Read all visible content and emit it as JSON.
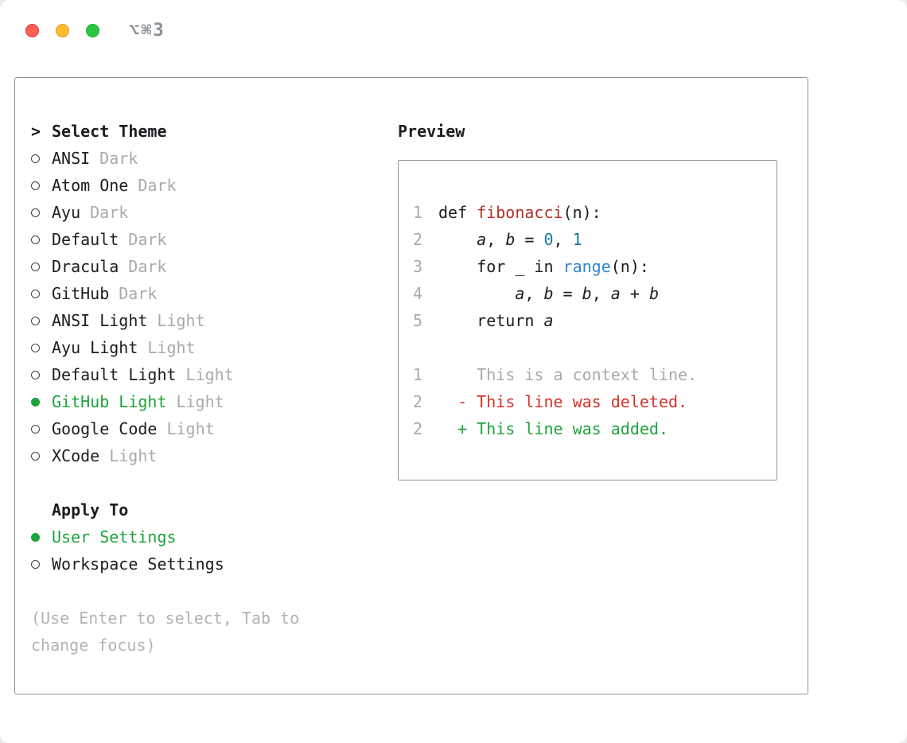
{
  "window": {
    "shortcut": "⌥⌘3"
  },
  "theme_selector": {
    "focus_marker": ">",
    "title": "Select Theme",
    "items": [
      {
        "name": "ANSI",
        "variant": "Dark",
        "selected": false
      },
      {
        "name": "Atom One",
        "variant": "Dark",
        "selected": false
      },
      {
        "name": "Ayu",
        "variant": "Dark",
        "selected": false
      },
      {
        "name": "Default",
        "variant": "Dark",
        "selected": false
      },
      {
        "name": "Dracula",
        "variant": "Dark",
        "selected": false
      },
      {
        "name": "GitHub",
        "variant": "Dark",
        "selected": false
      },
      {
        "name": "ANSI Light",
        "variant": "Light",
        "selected": false
      },
      {
        "name": "Ayu Light",
        "variant": "Light",
        "selected": false
      },
      {
        "name": "Default Light",
        "variant": "Light",
        "selected": false
      },
      {
        "name": "GitHub Light",
        "variant": "Light",
        "selected": true
      },
      {
        "name": "Google Code",
        "variant": "Light",
        "selected": false
      },
      {
        "name": "XCode",
        "variant": "Light",
        "selected": false
      }
    ],
    "apply_to": {
      "title": "Apply To",
      "options": [
        {
          "label": "User Settings",
          "selected": true
        },
        {
          "label": "Workspace Settings",
          "selected": false
        }
      ]
    },
    "hint": "(Use Enter to select, Tab to change focus)"
  },
  "preview": {
    "title": "Preview",
    "code_lines": [
      {
        "num": "1",
        "tokens": [
          {
            "t": "def ",
            "c": "plain"
          },
          {
            "t": "fibonacci",
            "c": "fn"
          },
          {
            "t": "(n):",
            "c": "plain"
          }
        ]
      },
      {
        "num": "2",
        "tokens": [
          {
            "t": "    ",
            "c": "plain"
          },
          {
            "t": "a",
            "c": "var"
          },
          {
            "t": ", ",
            "c": "plain"
          },
          {
            "t": "b",
            "c": "var"
          },
          {
            "t": " = ",
            "c": "plain"
          },
          {
            "t": "0",
            "c": "num"
          },
          {
            "t": ", ",
            "c": "plain"
          },
          {
            "t": "1",
            "c": "num"
          }
        ]
      },
      {
        "num": "3",
        "tokens": [
          {
            "t": "    for _ in ",
            "c": "plain"
          },
          {
            "t": "range",
            "c": "builtin"
          },
          {
            "t": "(n):",
            "c": "plain"
          }
        ]
      },
      {
        "num": "4",
        "tokens": [
          {
            "t": "        ",
            "c": "plain"
          },
          {
            "t": "a",
            "c": "var"
          },
          {
            "t": ", ",
            "c": "plain"
          },
          {
            "t": "b",
            "c": "var"
          },
          {
            "t": " = ",
            "c": "plain"
          },
          {
            "t": "b",
            "c": "var"
          },
          {
            "t": ", ",
            "c": "plain"
          },
          {
            "t": "a",
            "c": "var"
          },
          {
            "t": " + ",
            "c": "plain"
          },
          {
            "t": "b",
            "c": "var"
          }
        ]
      },
      {
        "num": "5",
        "tokens": [
          {
            "t": "    return ",
            "c": "plain"
          },
          {
            "t": "a",
            "c": "var"
          }
        ]
      }
    ],
    "diff_lines": [
      {
        "num": "1",
        "type": "context",
        "text": "    This is a context line."
      },
      {
        "num": "2",
        "type": "deleted",
        "text": "  - This line was deleted."
      },
      {
        "num": "2",
        "type": "added",
        "text": "  + This line was added."
      }
    ]
  },
  "colors": {
    "text": "#1b1d20",
    "muted": "#a7abaf",
    "green": "#1ea43c",
    "red_deleted": "#d2352b",
    "red_function": "#b1312a",
    "blue_number": "#19789d",
    "blue_builtin": "#2f85d2",
    "panel_border": "#8d939a",
    "light_red": "#ff5f57",
    "light_yellow": "#febc2e",
    "light_green": "#29c73f",
    "window_bg": "#ffffff",
    "page_bg": "#e9ebee"
  }
}
